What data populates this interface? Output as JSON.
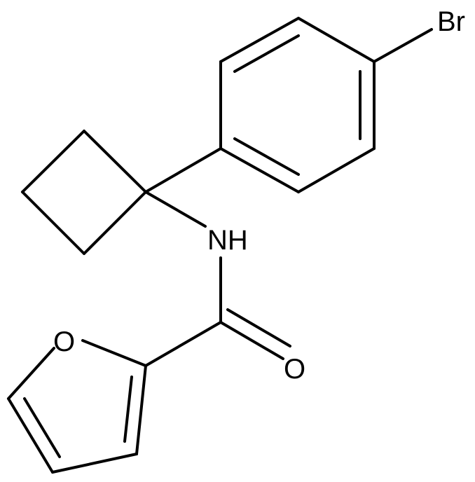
{
  "atoms": {
    "br": "Br",
    "nh": "NH",
    "o_furan": "O",
    "o_carbonyl": "O"
  },
  "colors": {
    "bond": "#000000",
    "background": "#ffffff"
  }
}
